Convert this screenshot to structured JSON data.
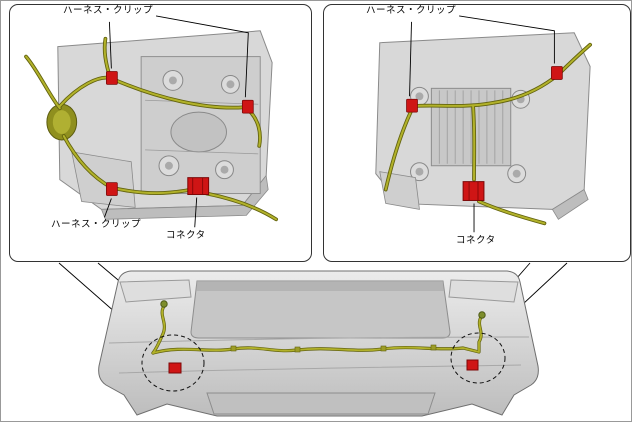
{
  "labels": {
    "left_panel": {
      "harness_clip_top": "ハーネス・クリップ",
      "harness_clip_bottom": "ハーネス・クリップ",
      "connector": "コネクタ"
    },
    "right_panel": {
      "harness_clip_top": "ハーネス・クリップ",
      "connector": "コネクタ"
    }
  },
  "colors": {
    "harness_wire": "#a9a925",
    "clip_red": "#cf1515",
    "part_gray": "#d8d8d8",
    "leader_line": "#000000"
  }
}
